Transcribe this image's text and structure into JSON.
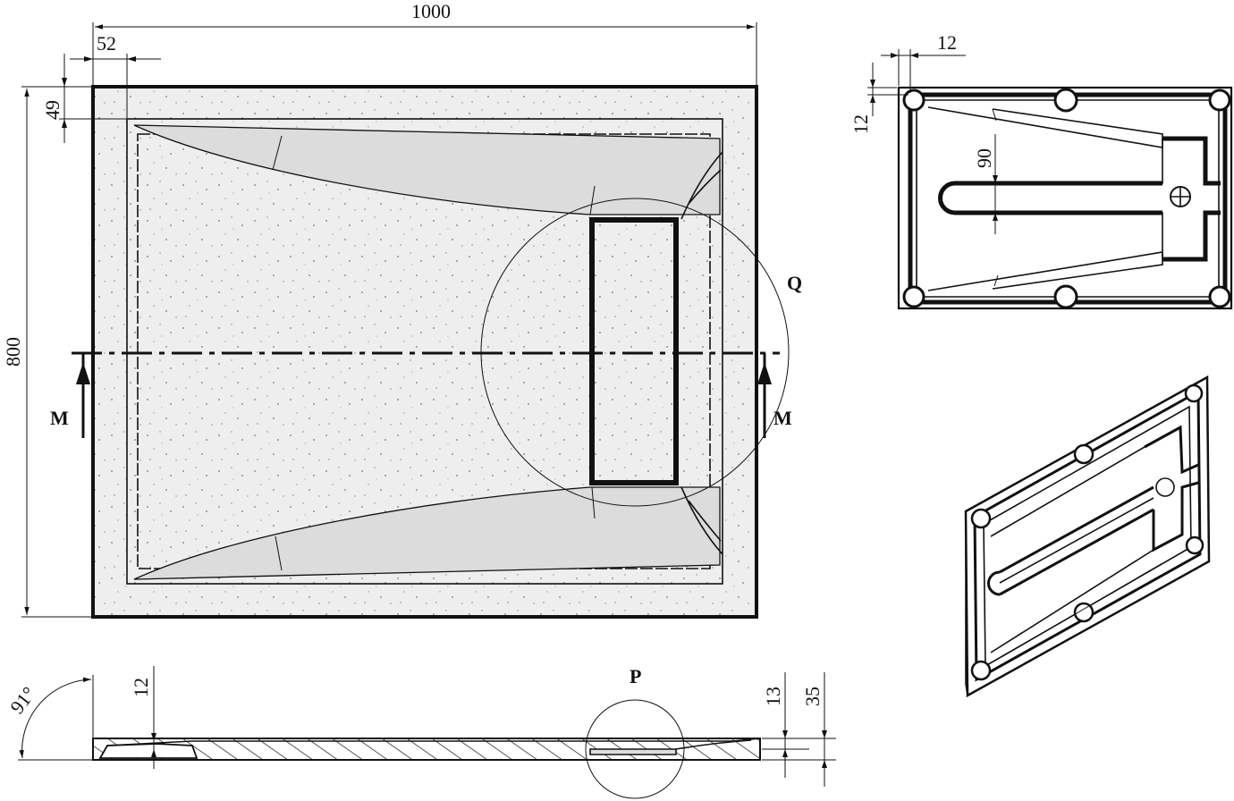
{
  "dimensions": {
    "width": "1000",
    "rim_left": "52",
    "rim_top": "49",
    "depth": "800",
    "top_view_rim_x": "12",
    "top_view_rim_y": "12",
    "channel_offset": "90",
    "side_rim": "12",
    "slope_angle": "91°",
    "thickness_inner": "13",
    "thickness_total": "35"
  },
  "labels": {
    "section_left": "M",
    "section_right": "M",
    "detail_q": "Q",
    "detail_p": "P"
  },
  "colors": {
    "line": "#111111",
    "speckle_fill": "#e9e9e9",
    "background": "#ffffff"
  }
}
